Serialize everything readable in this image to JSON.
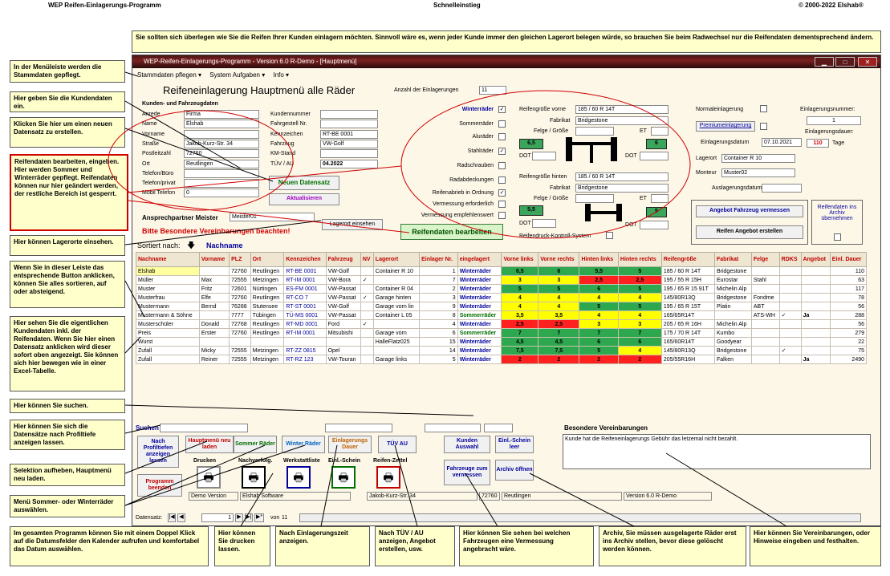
{
  "header": {
    "left": "WEP Reifen-Einlagerungs-Programm",
    "center": "Schnelleinstieg",
    "right": "© 2000-2022 Elshab®"
  },
  "top_note": "Sie sollten sich überlegen wie Sie die Reifen Ihrer Kunden einlagern möchten. Sinnvoll wäre es, wenn jeder Kunde immer den gleichen Lagerort belegen würde, so brauchen Sie beim Radwechsel nur die Reifendaten dementsprechend ändern.",
  "notes_left": [
    "In der Menüleiste werden die Stammdaten gepflegt.",
    "Hier geben Sie die Kundendaten ein.",
    "Klicken Sie hier um einen neuen Datensatz zu erstellen.",
    "Reifendaten bearbeiten, eingeben. Hier werden Sommer und Winterräder gepflegt. Reifendaten können nur hier geändert werden, der restliche Bereich ist gesperrt.",
    "Hier können Lagerorte einsehen.",
    "Wenn Sie in dieser Leiste das entsprechende Button anklicken, können Sie alles sortieren, auf oder absteigend.",
    "Hier sehen Sie die eigentlichen Kundendaten inkl. der Reifendaten. Wenn Sie hier einen Datensatz anklicken wird dieser sofort oben angezeigt. Sie können sich hier bewegen wie in einer Excel-Tabelle.",
    "Hier können Sie suchen.",
    "Hier können Sie sich die Datensätze nach Profiltiefe anzeigen lassen.",
    "Selektion aufheben, Hauptmenü neu laden.",
    "Menü Sommer- oder Winterräder auswählen."
  ],
  "notes_bottom": [
    "Im gesamten Programm können Sie mit einem Doppel Klick auf die Datumsfelder den Kalender aufrufen und komfortabel das Datum auswählen.",
    "Hier können Sie drucken lassen.",
    "Nach Einlagerungszeit anzeigen.",
    "Nach TÜV / AU anzeigen, Angebot erstellen, usw.",
    "Hier können Sie sehen bei welchen Fahrzeugen eine Vermessung angebracht wäre.",
    "Archiv, Sie müssen ausgelagerte Räder erst ins Archiv stellen, bevor diese gelöscht werden können.",
    "Hier können Sie Vereinbarungen, oder Hinweise eingeben und festhalten."
  ],
  "window": {
    "title": "WEP-Reifen-Einlagerungs-Programm - Version 6.0 R-Demo - [Hauptmenü]",
    "menu": [
      "Stammdaten pflegen ▾",
      "System Aufgaben ▾",
      "Info ▾"
    ],
    "min": "▁",
    "max": "□",
    "close": "✕"
  },
  "form": {
    "heading": "Reifeneinlagerung Hauptmenü alle Räder",
    "count_label": "Anzahl der Einlagerungen",
    "count": "11",
    "customer_section": "Kunden- und Fahrzeugdaten",
    "fields_left": [
      {
        "label": "Anrede",
        "value": "Firma"
      },
      {
        "label": "Name",
        "value": "Elshab"
      },
      {
        "label": "Vorname",
        "value": ""
      },
      {
        "label": "Straße",
        "value": "Jakob-Kurz-Str. 34"
      },
      {
        "label": "Postleitzahl",
        "value": "72760"
      },
      {
        "label": "Ort",
        "value": "Reutlingen"
      },
      {
        "label": "Telefon/Büro",
        "value": ""
      },
      {
        "label": "Telefon/privat",
        "value": ""
      },
      {
        "label": "Mobil Telefon",
        "value": "0"
      }
    ],
    "fields_mid": [
      {
        "label": "Kundennummer",
        "value": ""
      },
      {
        "label": "Fahrgestell Nr.",
        "value": ""
      },
      {
        "label": "Kennzeichen",
        "value": "RT-BE 0001"
      },
      {
        "label": "Fahrzeug",
        "value": "VW-Golf"
      },
      {
        "label": "KM-Stand",
        "value": ""
      },
      {
        "label": "TÜV / AU",
        "value": "04.2022"
      }
    ],
    "new_record": "Neuen Datensatz",
    "refresh": "Aktualisieren",
    "contact_label": "Ansprechpartner Meister",
    "contact_value": "Meister01",
    "warning": "Bitte Besondere Vereinbarungen beachten!",
    "storage_view": "Lagerort einsehen",
    "sorted_label": "Sortiert nach:",
    "sorted_value": "Nachname",
    "checks": [
      {
        "label": "Winterräder",
        "checked": "✓"
      },
      {
        "label": "Sommerräder",
        "checked": ""
      },
      {
        "label": "Aluräder",
        "checked": ""
      },
      {
        "label": "Stahlräder",
        "checked": "✓"
      },
      {
        "label": "Radschrauben",
        "checked": ""
      },
      {
        "label": "Radabdeckungen",
        "checked": ""
      },
      {
        "label": "Reifenabrieb in Ordnung",
        "checked": "✓"
      },
      {
        "label": "Vermessung erforderlich",
        "checked": ""
      },
      {
        "label": "Vermessung empfehlenswert",
        "checked": ""
      }
    ],
    "tire_front_label": "Reifengröße vorne",
    "tire_front": "185 / 60 R 14T",
    "maker_label": "Fabrikat",
    "maker_front": "Bridgestone",
    "rim_label": "Felge / Größe",
    "et_label": "ET",
    "dot_label": "DOT",
    "front_left": "6,5",
    "front_right": "6",
    "tire_rear_label": "Reifengröße hinten",
    "tire_rear": "185 / 60 R 14T",
    "maker_rear": "Bridgestone",
    "rear_left": "5,5",
    "rear_right": "5",
    "edit_tires": "Reifendaten bearbeiten",
    "rdks_label": "Reifendruck-Kontroll-System",
    "normal_label": "Normaleinlagerung",
    "premium_label": "Premiumeinlagerung",
    "storage_date_label": "Einlagerungsdatum",
    "storage_date": "07.10.2021",
    "storage_no_label": "Einlagerungsnummer:",
    "storage_no": "1",
    "duration_label": "Einlagerungsdauer:",
    "duration": "110",
    "duration_unit": "Tage",
    "location_label": "Lagerort",
    "location": "Container R 10",
    "fitter_label": "Monteur",
    "fitter": "Muster02",
    "removal_label": "Auslagerungsdatum",
    "offer_measure": "Angebot Fahrzeug vermessen",
    "offer_tires": "Reifen Angebot erstellen",
    "archive_label": "Reifendaten ins Archiv übernehmen"
  },
  "table": {
    "headers": [
      "Nachname",
      "Vorname",
      "PLZ",
      "Ort",
      "Kennzeichen",
      "Fahrzeug",
      "NV",
      "Lagerort",
      "Einlager Nr.",
      "eingelagert",
      "Vorne links",
      "Vorne rechts",
      "Hinten links",
      "Hinten rechts",
      "Reifengröße",
      "Fabrikat",
      "Felge",
      "RDKS",
      "Angebot",
      "Einl. Dauer"
    ],
    "rows": [
      {
        "c": [
          "Elshab",
          "",
          "72760",
          "Reutlingen",
          "RT-BE 0001",
          "VW-Golf",
          "",
          "Container R 10",
          "1",
          "Winterräder",
          "6,5",
          "6",
          "5,5",
          "5",
          "185 / 60 R 14T",
          "Bridgestone",
          "",
          "",
          "",
          "110"
        ],
        "nv": "",
        "rdks": ""
      },
      {
        "c": [
          "Müller",
          "Max",
          "72555",
          "Metzingen",
          "RT-IM 0001",
          "VW-Bora",
          "",
          "",
          "7",
          "Winterräder",
          "3",
          "3",
          "2,5",
          "2,5",
          "195 / 55 R 15H",
          "Eurostar",
          "Stahl",
          "",
          "",
          "63"
        ],
        "nv": "✓",
        "rdks": ""
      },
      {
        "c": [
          "Muster",
          "Fritz",
          "72601",
          "Nürtingen",
          "ES-FM 0001",
          "VW-Passat",
          "",
          "Container R 04",
          "2",
          "Winterräder",
          "5",
          "5",
          "6",
          "5",
          "195 / 65 R 15 91T",
          "Michelin Alp",
          "",
          "",
          "",
          "117"
        ],
        "nv": "",
        "rdks": ""
      },
      {
        "c": [
          "Musterfrau",
          "Elfe",
          "72760",
          "Reutlingen",
          "RT-CO 7",
          "VW-Passat",
          "",
          "Garage hinten",
          "3",
          "Winterräder",
          "4",
          "4",
          "4",
          "4",
          "145/80R13Q",
          "Bridgestone",
          "Fondme",
          "",
          "",
          "78"
        ],
        "nv": "✓",
        "rdks": ""
      },
      {
        "c": [
          "Mustermann",
          "Bernd",
          "76288",
          "Stutensee",
          "RT-ST 0001",
          "VW-Golf",
          "",
          "Garage vorn lin",
          "9",
          "Winterräder",
          "4",
          "4",
          "5",
          "5",
          "195 / 65 R 15T",
          "Platin",
          "ABT",
          "",
          "",
          "56"
        ],
        "nv": "",
        "rdks": ""
      },
      {
        "c": [
          "Mustermann & Söhne",
          "",
          "7777",
          "Tübingen",
          "TÜ-MS 0001",
          "VW-Passat",
          "",
          "Container L 05",
          "8",
          "Sommerräder",
          "3,5",
          "3,5",
          "4",
          "4",
          "165/65R14T",
          "",
          "ATS-WH",
          "",
          "Ja",
          "288"
        ],
        "nv": "",
        "rdks": "✓"
      },
      {
        "c": [
          "Musterschüler",
          "Donald",
          "72768",
          "Reutlingen",
          "RT-MD 0001",
          "Ford",
          "",
          "",
          "4",
          "Winterräder",
          "2,5",
          "2,5",
          "3",
          "3",
          "205 / 65 R 16H",
          "Michelin Alp",
          "",
          "",
          "",
          "56"
        ],
        "nv": "✓",
        "rdks": ""
      },
      {
        "c": [
          "Preis",
          "Erster",
          "72760",
          "Reutlingen",
          "RT-IM 0001",
          "Mitsubishi",
          "",
          "Garage vorn",
          "6",
          "Sommerräder",
          "7",
          "7",
          "7",
          "7",
          "175 / 70 R 14T",
          "Kumbo",
          "",
          "",
          "",
          "279"
        ],
        "nv": "",
        "rdks": ""
      },
      {
        "c": [
          "Wurst",
          "",
          "",
          "",
          "",
          "",
          "",
          "HalleFlatz025",
          "15",
          "Winterräder",
          "4,5",
          "4,5",
          "6",
          "6",
          "165/60R14T",
          "Goodyear",
          "",
          "",
          "",
          "22"
        ],
        "nv": "",
        "rdks": ""
      },
      {
        "c": [
          "Zufall",
          "Micky",
          "72555",
          "Metzingen",
          "RT-ZZ 0815",
          "Opel",
          "",
          "",
          "14",
          "Winterräder",
          "7,5",
          "7,5",
          "5",
          "4",
          "145/80R13Q",
          "Bridgestone",
          "",
          "",
          "",
          "75"
        ],
        "nv": "",
        "rdks": "✓"
      },
      {
        "c": [
          "Zufall",
          "Reiner",
          "72555",
          "Metzingen",
          "RT-RZ 123",
          "VW-Touran",
          "",
          "Garage links",
          "5",
          "Winterräder",
          "2",
          "2",
          "2",
          "2",
          "205/55R16H",
          "Falken",
          "",
          "",
          "Ja",
          "2490"
        ],
        "nv": "",
        "rdks": ""
      }
    ]
  },
  "bottom": {
    "search_label": "Suchen",
    "buttons": [
      {
        "label": "Nach Profiltiefen anzeigen lassen",
        "color": "#00009c"
      },
      {
        "label": "Hauptmenü neu laden",
        "color": "#c00000"
      },
      {
        "label": "Sommer Räder",
        "color": "#007000"
      },
      {
        "label": "Winter Räder",
        "color": "#0060c0"
      },
      {
        "label": "Einlagerungs Dauer",
        "color": "#c06000"
      },
      {
        "label": "TÜV AU",
        "color": "#00009c"
      },
      {
        "label": "Kunden Auswahl",
        "color": "#00009c"
      },
      {
        "label": "Einl.-Schein leer",
        "color": "#00009c"
      },
      {
        "label": "Fahrzeuge zum vermessen",
        "color": "#00009c"
      },
      {
        "label": "Archiv öffnen",
        "color": "#00009c"
      },
      {
        "label": "Programm beenden",
        "color": "#c00000"
      }
    ],
    "print_labels": [
      "Drucken",
      "Nachverfolg.",
      "Werkstattliste",
      "Einl.-Schein",
      "Reifen-Zettel"
    ],
    "agreements_label": "Besondere Vereinbarungen",
    "agreements_text": "Kunde hat die Reifeneinlagerungs Gebühr das letzemal nicht bezahlt.",
    "status": [
      "Demo Version",
      "Elshab Software",
      "Jakob-Kurz-Str. 34",
      "72760",
      "Reutlingen",
      "Version 6.0 R-Demo"
    ],
    "nav_label": "Datensatz:",
    "nav_current": "1",
    "nav_of": "von",
    "nav_total": "11"
  },
  "colors": {
    "red": "#ff2020",
    "yellow": "#ffff00",
    "green": "#2ea84e",
    "winter": "#00009c",
    "summer": "#007000"
  }
}
